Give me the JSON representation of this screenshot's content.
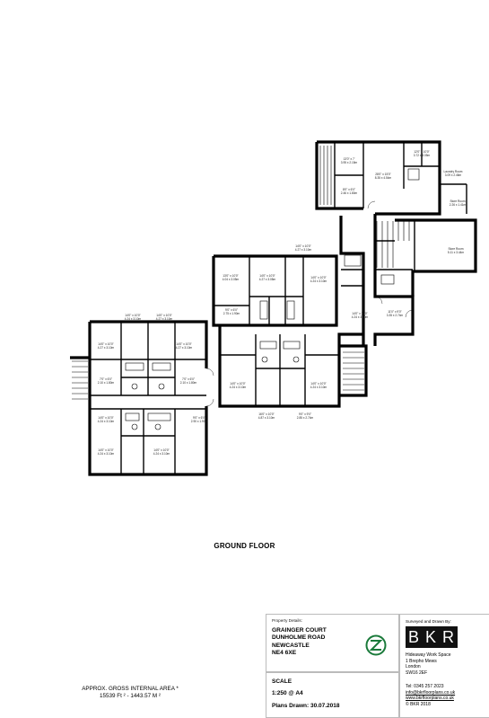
{
  "floor_label": "GROUND FLOOR",
  "area": {
    "line1": "APPROX. GROSS INTERNAL AREA *",
    "line2": "15539 Ft ² - 1443.57 M ²"
  },
  "title_block": {
    "property_details_label": "Property Details:",
    "address": [
      "GRAINGER COURT",
      "DUNHOLME ROAD",
      "NEWCASTLE",
      "NE4 6XE"
    ],
    "scale_label": "SCALE",
    "scale_value": "1:250 @ A4",
    "plans_drawn": "Plans Drawn: 30.07.2018",
    "surveyed_label": "Surveyed and Drawn By:",
    "brand": [
      "B",
      "K",
      "R"
    ],
    "contact": [
      "Hideaway Work Space",
      "1 Brepho Mews",
      "London",
      "SW16 2EF"
    ],
    "tel": "Tel: 0345 257 2023",
    "email": "info@bkrfloorplans.co.uk",
    "web": "www.bkrfloorplans.co.uk",
    "copyright": "© BKR 2018"
  },
  "rooms": [
    {
      "id": "r1",
      "l1": "13'0\" x 7'",
      "l2": "3.95 x 2.15m"
    },
    {
      "id": "r2",
      "l1": "28'0\" x 15'0\"",
      "l2": "8.35 x 4.54m"
    },
    {
      "id": "r3",
      "l1": "12'0\" x 10'0\"",
      "l2": "3.72 x 3.05m"
    },
    {
      "id": "r4",
      "l1": "Laundry Room",
      "l2": "3.09 x 2.46m"
    },
    {
      "id": "r5",
      "l1": "8'0\" x 6'0\"",
      "l2": "2.46 x 1.80m"
    },
    {
      "id": "r6",
      "l1": "Store Room",
      "l2": "2.26 x 1.41m"
    },
    {
      "id": "r7",
      "l1": "Store Room",
      "l2": "5.11 x 3.44m"
    },
    {
      "id": "r8",
      "l1": "14'0\" x 10'0\"",
      "l2": "4.24 x 3.10m"
    },
    {
      "id": "r9",
      "l1": "11'0\" x 9'0\"",
      "l2": "3.35 x 2.74m"
    },
    {
      "id": "r10",
      "l1": "13'0\" x 10'0\"",
      "l2": "4.04 x 3.05m"
    },
    {
      "id": "r11",
      "l1": "14'0\" x 10'0\"",
      "l2": "4.27 x 3.05m"
    },
    {
      "id": "r12",
      "l1": "9'0\" x 6'0\"",
      "l2": "2.75 x 1.90m"
    },
    {
      "id": "r13",
      "l1": "14'0\" x 10'0\"",
      "l2": "4.24 x 3.10m"
    },
    {
      "id": "r14",
      "l1": "14'0\" x 10'0\"",
      "l2": "4.24 x 3.10m"
    },
    {
      "id": "r15",
      "l1": "14'0\" x 10'0\"",
      "l2": "4.24 x 3.10m"
    },
    {
      "id": "r16",
      "l1": "16'0\" x 10'0\"",
      "l2": "4.87 x 3.10m"
    },
    {
      "id": "r17",
      "l1": "9'0\" x 9'0\"",
      "l2": "2.85 x 2.74m"
    },
    {
      "id": "r18",
      "l1": "14'0\" x 10'0\"",
      "l2": "4.27 x 3.10m"
    },
    {
      "id": "r19",
      "l1": "14'0\" x 10'0\"",
      "l2": "4.27 x 3.10m"
    },
    {
      "id": "r20",
      "l1": "14'0\" x 10'0\"",
      "l2": "4.24 x 3.10m"
    },
    {
      "id": "r21",
      "l1": "14'0\" x 10'0\"",
      "l2": "4.24 x 3.10m"
    },
    {
      "id": "r22",
      "l1": "7'0\" x 6'0\"",
      "l2": "2.10 x 1.80m"
    },
    {
      "id": "r23",
      "l1": "7'0\" x 6'0\"",
      "l2": "2.10 x 1.80m"
    },
    {
      "id": "r24",
      "l1": "14'0\" x 10'0\"",
      "l2": "4.24 x 3.10m"
    },
    {
      "id": "r25",
      "l1": "9'0\" x 6'0\"",
      "l2": "2.90 x 1.90m"
    },
    {
      "id": "r26",
      "l1": "14'0\" x 10'0\"",
      "l2": "4.24 x 3.10m"
    },
    {
      "id": "r27",
      "l1": "14'0\" x 10'0\"",
      "l2": "4.27 x 3.10m"
    },
    {
      "id": "r28",
      "l1": "14'0\" x 10'0\"",
      "l2": "4.27 x 3.10m"
    }
  ]
}
